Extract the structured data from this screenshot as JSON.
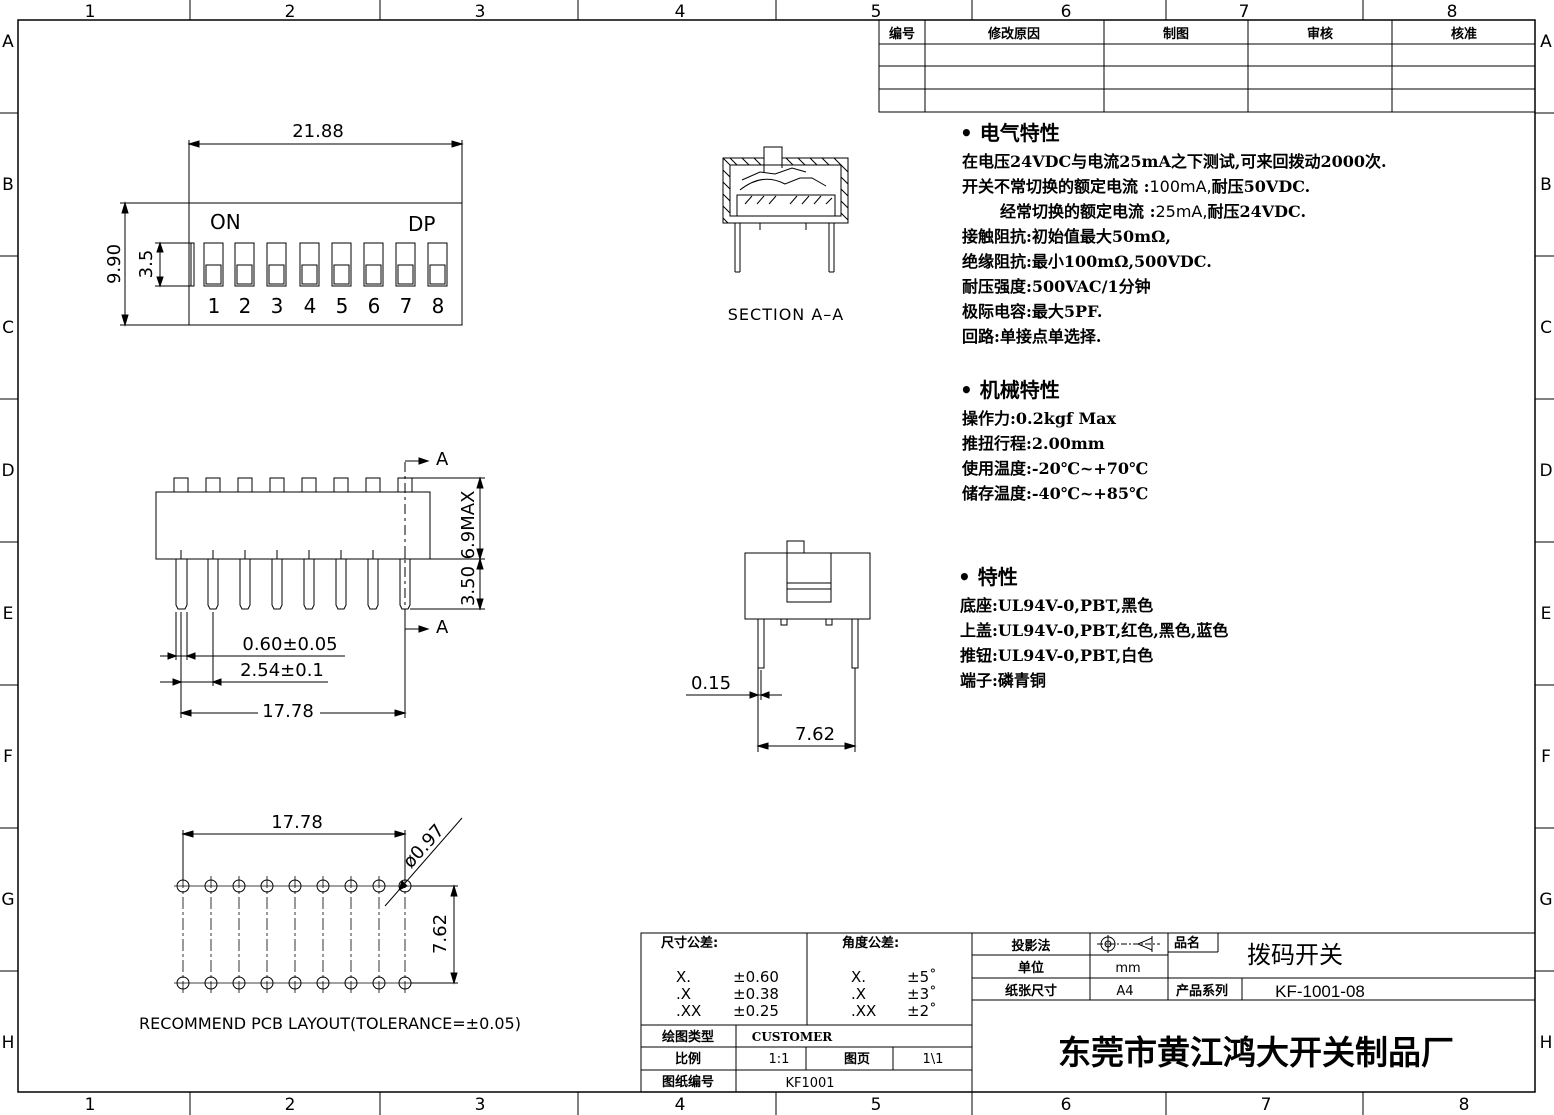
{
  "border": {
    "cols_top": [
      "1",
      "2",
      "3",
      "4",
      "5",
      "6",
      "7",
      "8"
    ],
    "cols_bottom": [
      "1",
      "2",
      "3",
      "4",
      "5",
      "6",
      "7",
      "8"
    ],
    "rows": [
      "A",
      "B",
      "C",
      "D",
      "E",
      "F",
      "G",
      "H"
    ]
  },
  "revision_table": {
    "headers": [
      "编号",
      "修改原因",
      "制图",
      "审核",
      "核准"
    ]
  },
  "top_view": {
    "width_dim": "21.88",
    "height_dim": "9.90",
    "knob_dim": "3.5",
    "on_label": "ON",
    "dp_label": "DP",
    "numbers": [
      "1",
      "2",
      "3",
      "4",
      "5",
      "6",
      "7",
      "8"
    ]
  },
  "section": {
    "label": "SECTION A–A"
  },
  "side_view": {
    "body_dim": "6.9MAX",
    "pin_dim": "3.50",
    "pin_width": "0.60±0.05",
    "pitch": "2.54±0.1",
    "span": "17.78",
    "a_mark": "A"
  },
  "end_view": {
    "thickness": "0.15",
    "row_span": "7.62"
  },
  "pcb": {
    "span": "17.78",
    "hole": "ø0.97",
    "row_span": "7.62",
    "caption": "RECOMMEND  PCB  LAYOUT(TOLERANCE=±0.05)"
  },
  "specs": {
    "electrical": {
      "title": "• 电气特性",
      "l1": "在电压24VDC与电流25mA之下测试,可来回拨动2000次.",
      "l2a": "开关不常切换的额定电流 :",
      "l2b": "100mA,",
      "l2c": "耐压50VDC.",
      "l3a": "经常切换的额定电流 :",
      "l3b": "25mA,",
      "l3c": "耐压24VDC.",
      "l4": "接触阻抗:初始值最大50mΩ,",
      "l5": "绝缘阻抗:最小100mΩ,500VDC.",
      "l6": "耐压强度:500VAC/1分钟",
      "l7": "极际电容:最大5PF.",
      "l8": "回路:单接点单选择."
    },
    "mechanical": {
      "title": "• 机械特性",
      "l1": "操作力:0.2kgf Max",
      "l2": "推扭行程:2.00mm",
      "l3": "使用温度:-20℃~+70℃",
      "l4": "储存温度:-40℃~+85℃"
    },
    "material": {
      "title": "• 特性",
      "l1": "底座:UL94V-0,PBT,黑色",
      "l2": "上盖:UL94V-0,PBT,红色,黑色,蓝色",
      "l3": "推钮:UL94V-0,PBT,白色",
      "l4": "端子:磷青铜"
    }
  },
  "title_block": {
    "dim_tol_label": "尺寸公差:",
    "dim_tol": [
      [
        "X.",
        "±0.60"
      ],
      [
        ".X",
        "±0.38"
      ],
      [
        ".XX",
        "±0.25"
      ]
    ],
    "ang_tol_label": "角度公差:",
    "ang_tol": [
      [
        "X.",
        "±5˚"
      ],
      [
        ".X",
        "±3˚"
      ],
      [
        ".XX",
        "±2˚"
      ]
    ],
    "proj_label": "投影法",
    "unit_label": "单位",
    "unit": "mm",
    "paper_label": "纸张尺寸",
    "paper": "A4",
    "name_label": "品名",
    "name": "拨码开关",
    "series_label": "产品系列",
    "series": "KF-1001-08",
    "type_label": "绘图类型",
    "type": "CUSTOMER",
    "scale_label": "比例",
    "scale": "1:1",
    "page_label": "图页",
    "page": "1\\1",
    "dwg_label": "图纸编号",
    "dwg": "KF1001",
    "company": "东莞市黄江鸿大开关制品厂"
  }
}
